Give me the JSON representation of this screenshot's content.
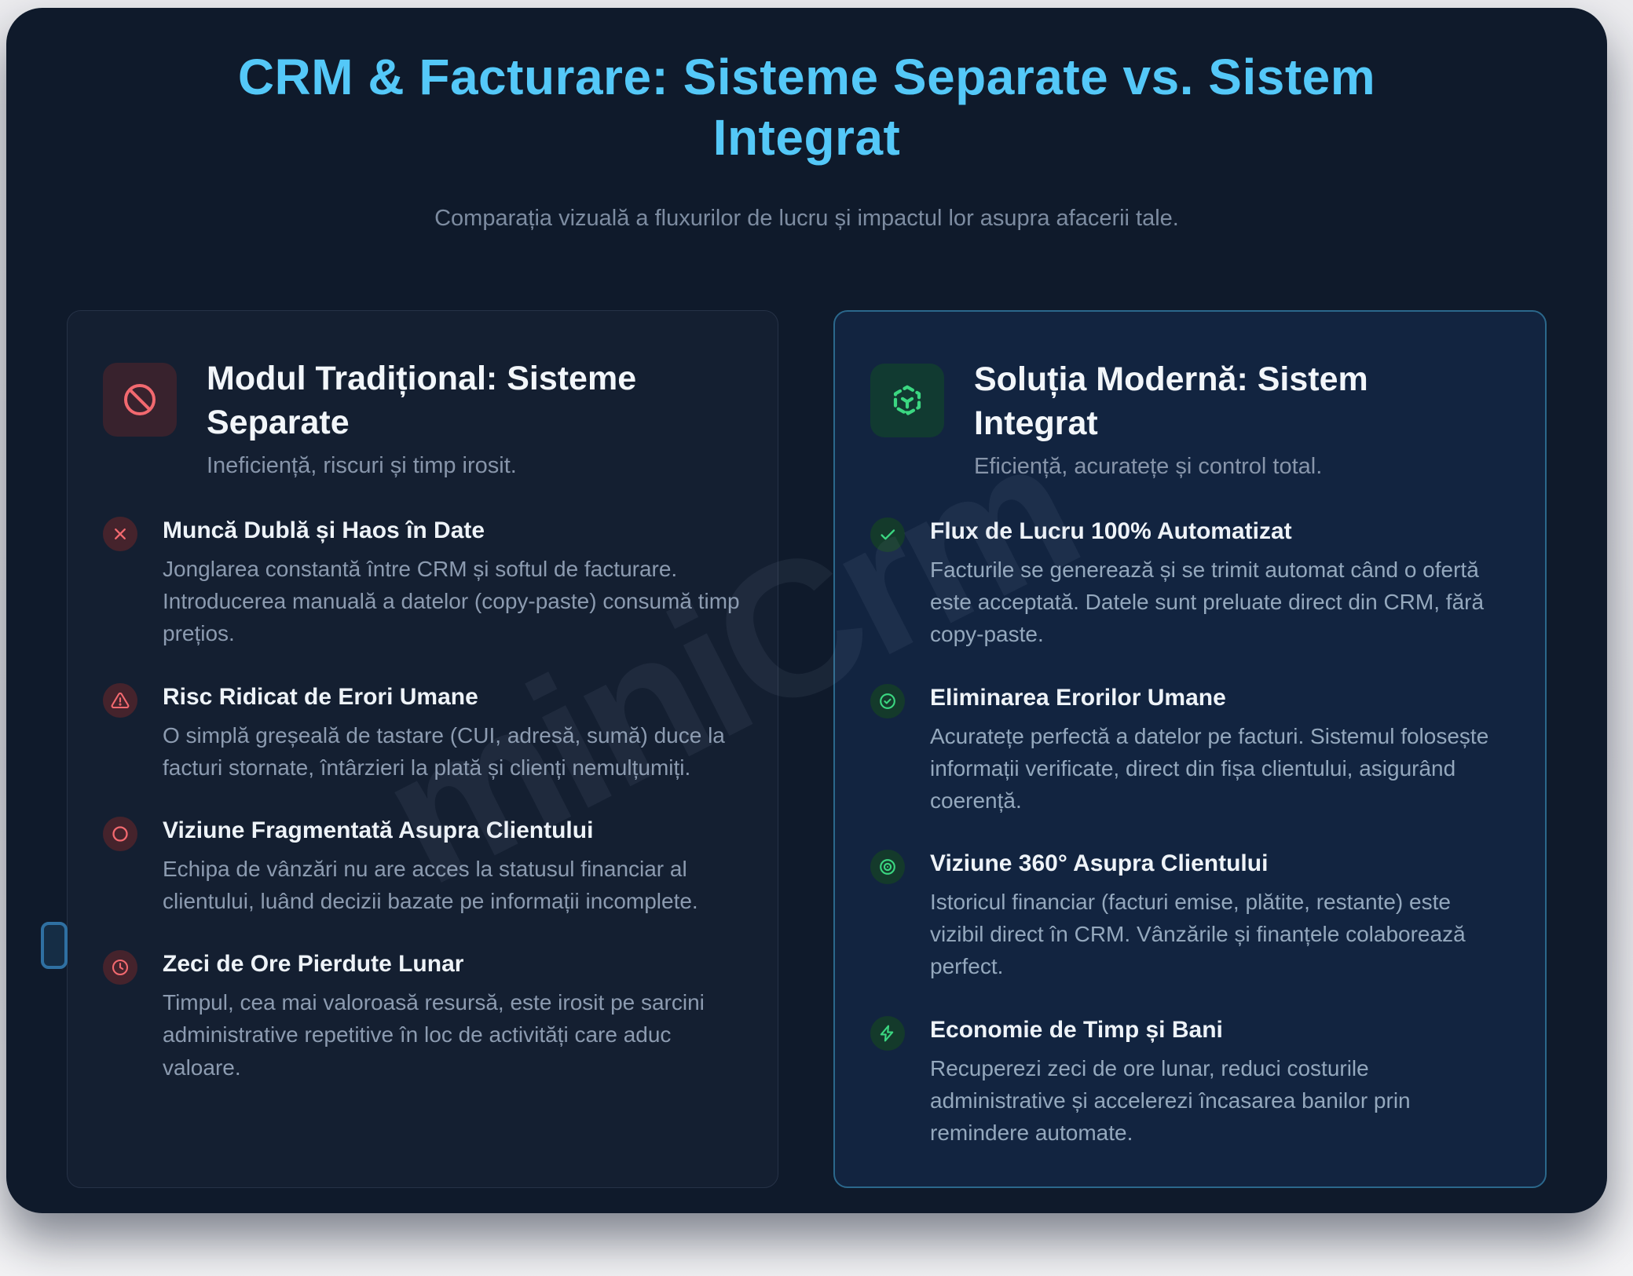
{
  "header": {
    "title": "CRM & Facturare: Sisteme Separate vs. Sistem Integrat",
    "subtitle": "Comparația vizuală a fluxurilor de lucru și impactul lor asupra afacerii tale."
  },
  "watermark": {
    "text": "miniCrm"
  },
  "colors": {
    "accent_blue": "#54c8f8",
    "negative_red": "#f2696f",
    "positive_green": "#3bd781",
    "right_card_border": "#2b688c",
    "panel_background": "#0f1a2b"
  },
  "left_card": {
    "title": "Modul Tradițional: Sisteme Separate",
    "subtitle": "Ineficiență, riscuri și timp irosit.",
    "items": [
      {
        "icon": "x-icon",
        "title": "Muncă Dublă și Haos în Date",
        "body": "Jonglarea constantă între CRM și softul de facturare. Introducerea manuală a datelor (copy-paste) consumă timp prețios."
      },
      {
        "icon": "alert-triangle-icon",
        "title": "Risc Ridicat de Erori Umane",
        "body": "O simplă greșeală de tastare (CUI, adresă, sumă) duce la facturi stornate, întârzieri la plată și clienți nemulțumiți."
      },
      {
        "icon": "circle-icon",
        "title": "Viziune Fragmentată Asupra Clientului",
        "body": "Echipa de vânzări nu are acces la statusul financiar al clientului, luând decizii bazate pe informații incomplete."
      },
      {
        "icon": "clock-icon",
        "title": "Zeci de Ore Pierdute Lunar",
        "body": "Timpul, cea mai valoroasă resursă, este irosit pe sarcini administrative repetitive în loc de activități care aduc valoare."
      }
    ]
  },
  "right_card": {
    "title": "Soluția Modernă: Sistem Integrat",
    "subtitle": "Eficiență, acuratețe și control total.",
    "items": [
      {
        "icon": "check-icon",
        "title": "Flux de Lucru 100% Automatizat",
        "body": "Facturile se generează și se trimit automat când o ofertă este acceptată. Datele sunt preluate direct din CRM, fără copy-paste."
      },
      {
        "icon": "check-circle-icon",
        "title": "Eliminarea Erorilor Umane",
        "body": "Acuratețe perfectă a datelor pe facturi. Sistemul folosește informații verificate, direct din fișa clientului, asigurând coerență."
      },
      {
        "icon": "target-icon",
        "title": "Viziune 360° Asupra Clientului",
        "body": "Istoricul financiar (facturi emise, plătite, restante) este vizibil direct în CRM. Vânzările și finanțele colaborează perfect."
      },
      {
        "icon": "zap-icon",
        "title": "Economie de Timp și Bani",
        "body": "Recuperezi zeci de ore lunar, reduci costurile administrative și accelerezi încasarea banilor prin remindere automate."
      }
    ]
  }
}
